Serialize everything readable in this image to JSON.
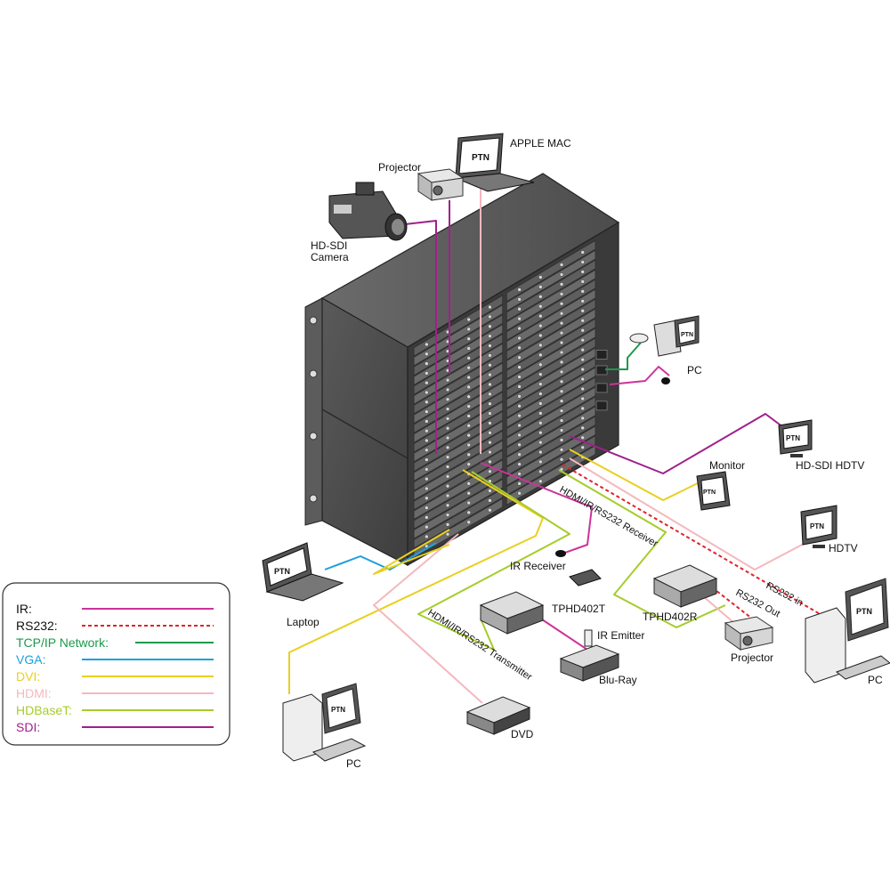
{
  "colors": {
    "ir": "#cc3399",
    "rs232": "#e0242b",
    "tcpip": "#1a9a4a",
    "vga": "#1ea0dc",
    "dvi": "#e8d020",
    "hdmi": "#f4b8bd",
    "hdbaset": "#a6cc2a",
    "sdi": "#a0208c",
    "device_dark": "#4a4a4a",
    "device_mid": "#7a7a7a",
    "device_light": "#c8c8c8"
  },
  "labels": {
    "apple_mac": "APPLE MAC",
    "projector_top": "Projector",
    "hdsdi_camera_l1": "HD-SDI",
    "hdsdi_camera_l2": "Camera",
    "pc_right": "PC",
    "hdsdi_hdtv": "HD-SDI HDTV",
    "monitor": "Monitor",
    "hdtv": "HDTV",
    "hdmi_ir_rs232_receiver": "HDMI/IR/RS232 Receiver",
    "ir_receiver": "IR Receiver",
    "laptop": "Laptop",
    "tphd402t": "TPHD402T",
    "tphd402r": "TPHD402R",
    "rs232_in": "RS232 in",
    "rs232_out": "RS232 Out",
    "ir_emitter": "IR Emitter",
    "hdmi_ir_rs232_transmitter": "HDMI/IR/RS232 Transmitter",
    "blu_ray": "Blu-Ray",
    "projector_bottom": "Projector",
    "pc_left": "PC",
    "dvd": "DVD",
    "pc_bottom_right": "PC",
    "brand": "PTN"
  },
  "legend": {
    "items": [
      {
        "key": "ir",
        "label": "IR:",
        "style": "solid"
      },
      {
        "key": "rs232",
        "label": "RS232:",
        "style": "dashed"
      },
      {
        "key": "tcpip",
        "label": "TCP/IP Network:",
        "style": "solid"
      },
      {
        "key": "vga",
        "label": "VGA:",
        "style": "solid"
      },
      {
        "key": "dvi",
        "label": "DVI:",
        "style": "solid"
      },
      {
        "key": "hdmi",
        "label": "HDMI:",
        "style": "solid"
      },
      {
        "key": "hdbaset",
        "label": "HDBaseT:",
        "style": "solid"
      },
      {
        "key": "sdi",
        "label": "SDI:",
        "style": "solid"
      }
    ]
  }
}
